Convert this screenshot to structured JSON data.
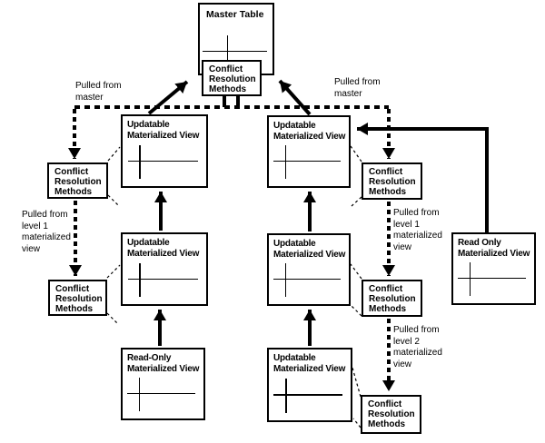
{
  "figure": {
    "background_color": "#ffffff",
    "line_color": "#000000",
    "boxes": {
      "master_table": {
        "label": "Master Table"
      },
      "conflict_resolution": {
        "label": "Conflict\nResolution\nMethods"
      },
      "updatable_mv": {
        "label": "Updatable\nMaterialized View"
      },
      "read_only_mv_left": {
        "label": "Read-Only\nMaterialized View"
      },
      "read_only_mv_right": {
        "label": "Read Only\nMaterialized View"
      }
    },
    "annotations": {
      "pulled_from_master": {
        "label": "Pulled from\nmaster"
      },
      "pulled_from_level1": {
        "label": "Pulled from\nlevel 1\nmaterialized\nview"
      },
      "pulled_from_level2": {
        "label": "Pulled from\nlevel 2\nmaterialized\nview"
      }
    }
  }
}
